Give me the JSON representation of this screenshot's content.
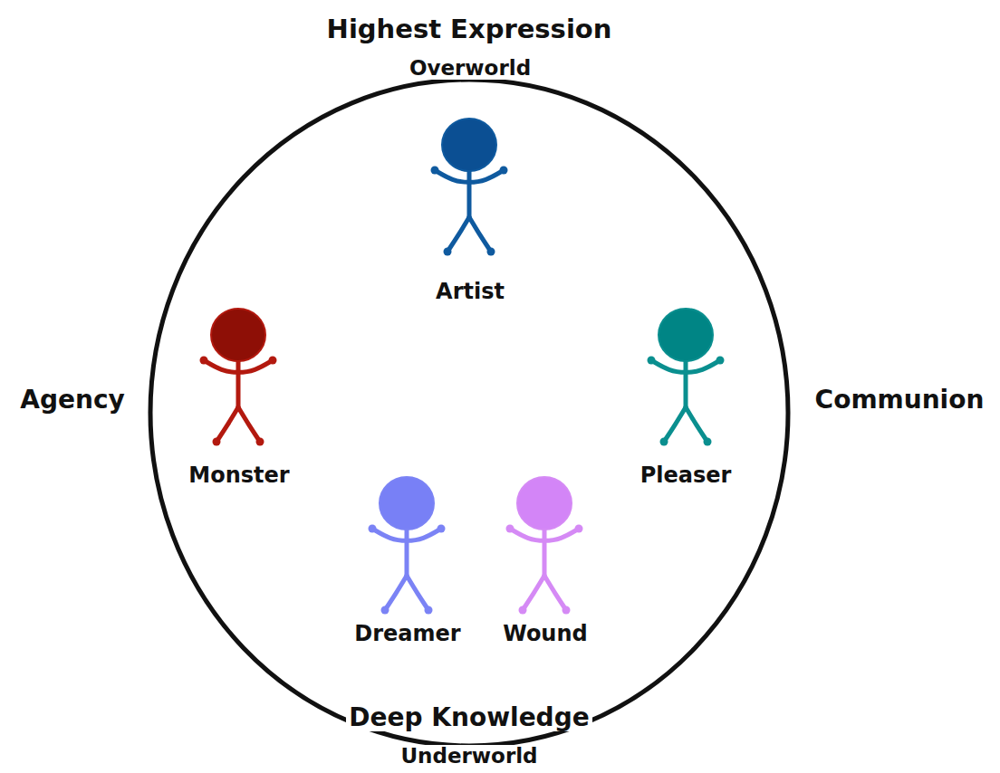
{
  "diagram": {
    "labels": [
      "Highest Expression",
      "Overworld",
      "Artist",
      "Agency",
      "Monster",
      "Communion",
      "Pleaser",
      "Dreamer",
      "Wound",
      "Deep Knowledge",
      "Underworld"
    ]
  }
}
